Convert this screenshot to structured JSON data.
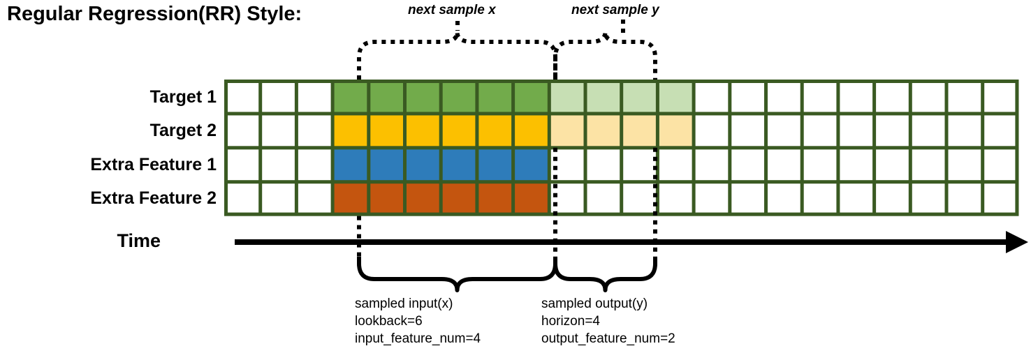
{
  "title": "Regular Regression(RR) Style:",
  "rows": [
    {
      "label": "Target 1",
      "fill": "#72ab4b",
      "light": "#c7dfb4",
      "has_light": true
    },
    {
      "label": "Target 2",
      "fill": "#fcc000",
      "light": "#fce3a5",
      "has_light": true
    },
    {
      "label": "Extra Feature 1",
      "fill": "#2e7cba",
      "light": "",
      "has_light": false
    },
    {
      "label": "Extra Feature 2",
      "fill": "#c4550f",
      "light": "",
      "has_light": false
    }
  ],
  "grid": {
    "columns": 22,
    "lead_blank_cols": 3,
    "input_cols": 6,
    "output_cols": 4,
    "border_color": "#3a5a22"
  },
  "axis": {
    "label": "Time"
  },
  "top_annotations": [
    {
      "text": "next sample x"
    },
    {
      "text": "next sample y"
    }
  ],
  "bottom_annotations": [
    {
      "line1": "sampled input(x)",
      "line2": "lookback=6",
      "line3": "input_feature_num=4"
    },
    {
      "line1": "sampled output(y)",
      "line2": "horizon=4",
      "line3": "output_feature_num=2"
    }
  ]
}
